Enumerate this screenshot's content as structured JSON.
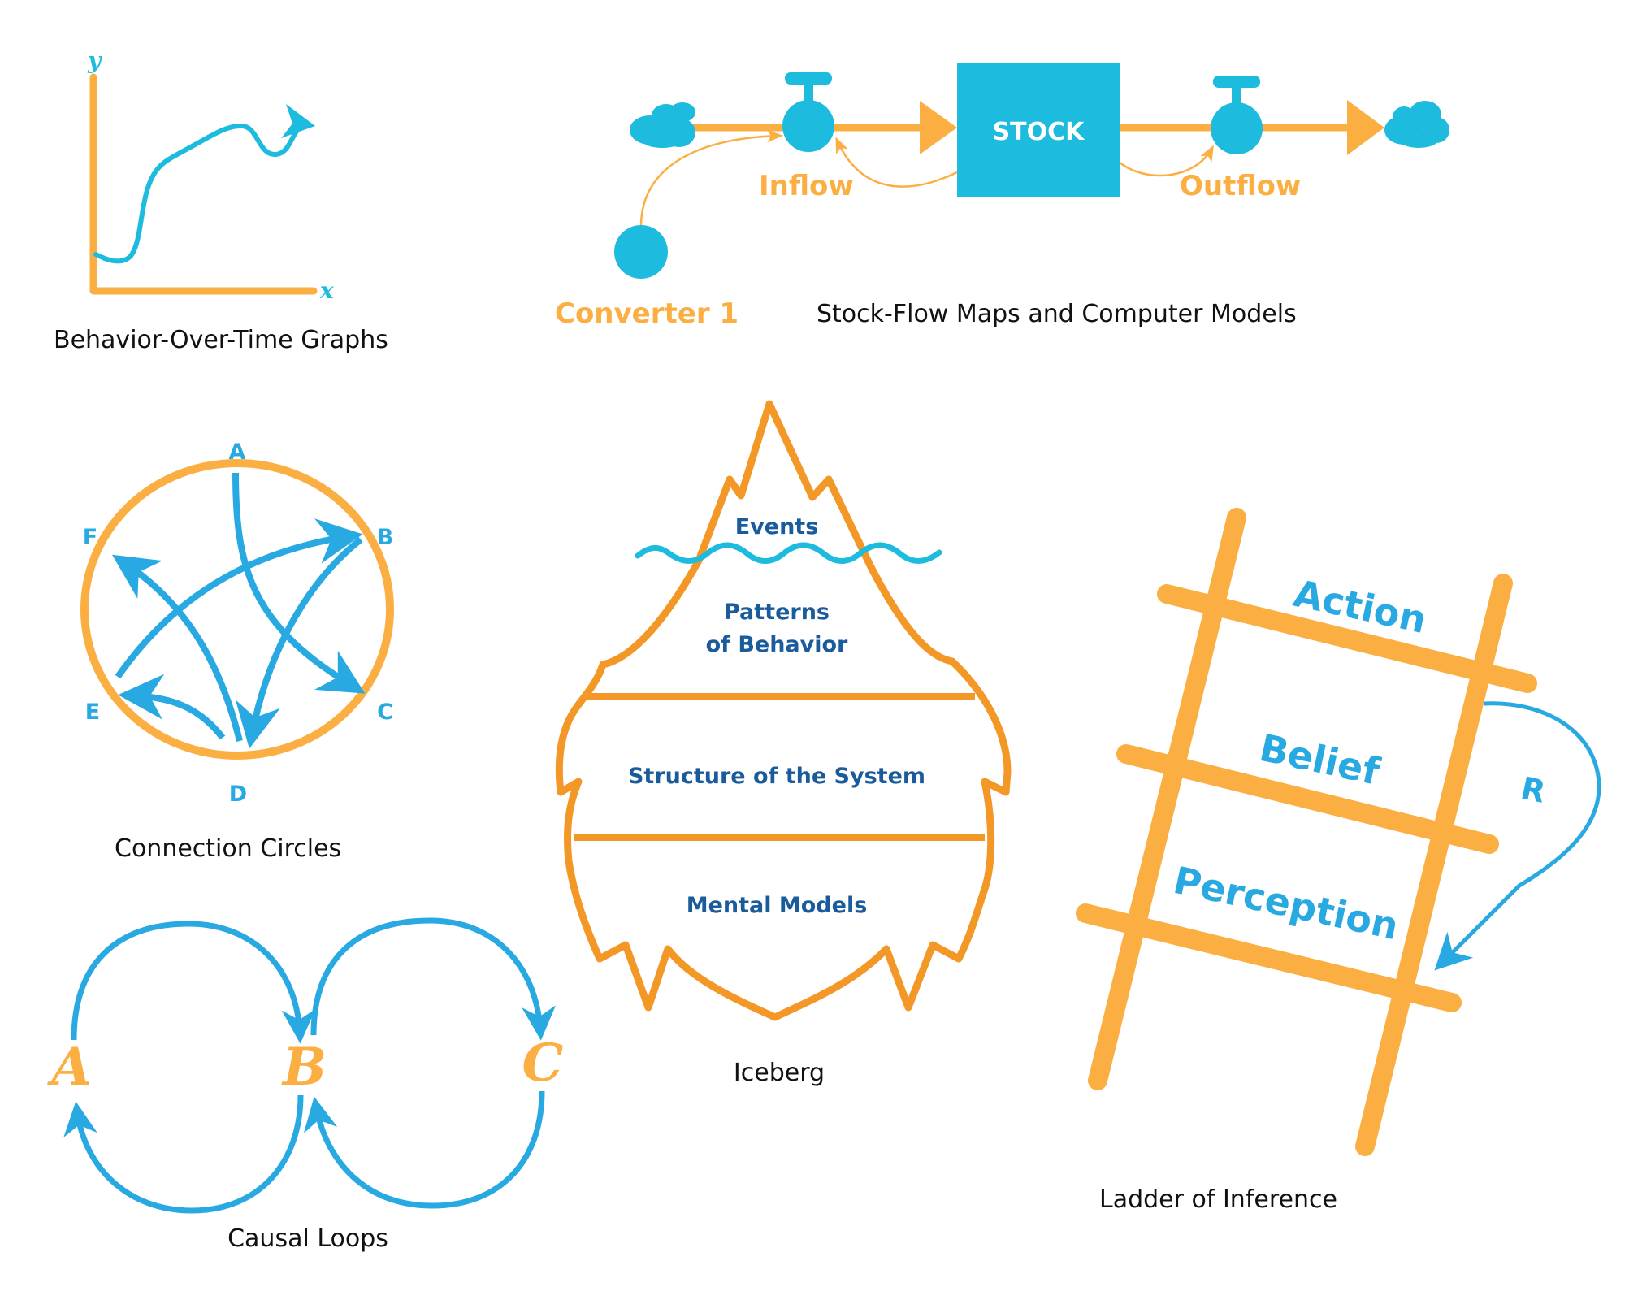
{
  "colors": {
    "orange": "#FBAF43",
    "iceberg_orange": "#F39727",
    "cyan": "#1DBBDD",
    "blue": "#29A9E1",
    "navy_text": "#1A5B9B",
    "caption_text": "#111111"
  },
  "behavior_over_time": {
    "caption": "Behavior-Over-Time Graphs",
    "x_axis_letter": "x",
    "y_axis_letter": "y"
  },
  "stock_flow": {
    "caption": "Stock-Flow Maps and Computer Models",
    "stock_label": "STOCK",
    "inflow_label": "Inflow",
    "outflow_label": "Outflow",
    "converter_label": "Converter 1",
    "source_icon": "cloud-icon",
    "sink_icon": "cloud-icon"
  },
  "connection_circles": {
    "caption": "Connection Circles",
    "nodes": [
      "A",
      "B",
      "C",
      "D",
      "E",
      "F"
    ],
    "links": [
      {
        "from": "A",
        "to": "C"
      },
      {
        "from": "E",
        "to": "B"
      },
      {
        "from": "B",
        "to": "D"
      },
      {
        "from": "D",
        "to": "F"
      },
      {
        "from": "D",
        "to": "E"
      }
    ]
  },
  "causal_loops": {
    "caption": "Causal Loops",
    "nodes": [
      "A",
      "B",
      "C"
    ],
    "links": [
      {
        "from": "A",
        "to": "B"
      },
      {
        "from": "B",
        "to": "A"
      },
      {
        "from": "B",
        "to": "C"
      },
      {
        "from": "C",
        "to": "B"
      }
    ]
  },
  "iceberg": {
    "caption": "Iceberg",
    "levels": [
      "Events",
      "Patterns",
      "of Behavior",
      "Structure of the System",
      "Mental Models"
    ]
  },
  "ladder": {
    "caption": "Ladder of Inference",
    "rungs": [
      "Action",
      "Belief",
      "Perception"
    ],
    "loop_label": "R"
  }
}
